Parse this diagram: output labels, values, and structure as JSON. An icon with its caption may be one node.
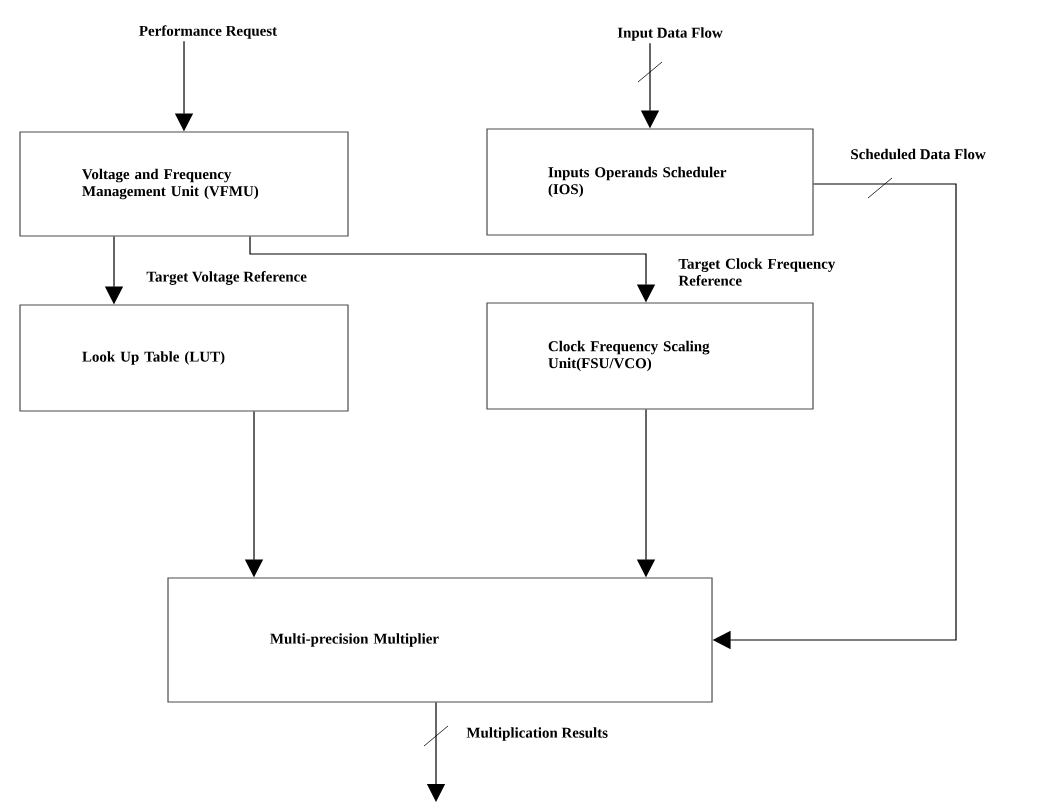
{
  "diagram": {
    "nodes": [
      {
        "text": [
          "Performance Request"
        ]
      },
      {
        "text": [
          "Voltage and Frequency Management Unit (VFMU)"
        ]
      },
      {
        "text": [
          "Input Data Flow"
        ]
      },
      {
        "text": [
          "Inputs Operands Scheduler (IOS)"
        ]
      },
      {
        "text": [
          "Look Up Table (LUT)"
        ]
      },
      {
        "text": [
          "Clock Frequency Scaling Unit(FSU/VCO)"
        ]
      },
      {
        "text": [
          "Multi-precision Multiplier"
        ]
      }
    ],
    "edges": [
      {
        "from": 0,
        "to": 1,
        "arrow": "to"
      },
      {
        "from": 2,
        "to": 3,
        "arrow": "to"
      },
      {
        "from": 1,
        "to": 4,
        "arrow": "to",
        "label": "Target Voltage Reference"
      },
      {
        "from": 1,
        "to": 5,
        "arrow": "to",
        "label": "Target Clock Frequency Reference"
      },
      {
        "from": 3,
        "to": 6,
        "arrow": "to",
        "label": "Scheduled Data Flow"
      },
      {
        "from": 4,
        "to": 6,
        "arrow": "to"
      },
      {
        "from": 5,
        "to": 6,
        "arrow": "to"
      },
      {
        "from": 6,
        "to": null,
        "arrow": "to",
        "label": "Multiplication Results"
      }
    ]
  }
}
